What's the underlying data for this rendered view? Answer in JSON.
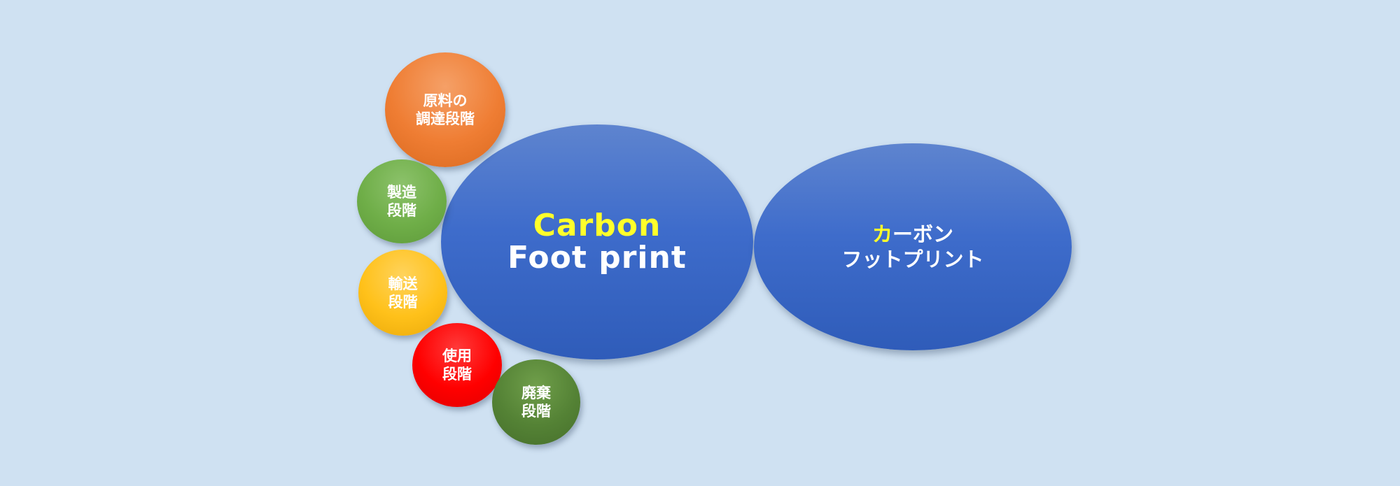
{
  "diagram": {
    "main_en": {
      "line1": "Carbon",
      "line2": "Foot print"
    },
    "main_jp": {
      "line1_highlight": "カ",
      "line1_rest": "ーボン",
      "line2": "フットプリント"
    },
    "stages": [
      {
        "line1": "原料の",
        "line2": "調達段階",
        "color": "#ef7d33"
      },
      {
        "line1": "製造",
        "line2": "段階",
        "color": "#6fae48"
      },
      {
        "line1": "輸送",
        "line2": "段階",
        "color": "#ffc11a"
      },
      {
        "line1": "使用",
        "line2": "段階",
        "color": "#ff0000"
      },
      {
        "line1": "廃棄",
        "line2": "段階",
        "color": "#548235"
      }
    ],
    "colors": {
      "background": "#cfe1f2",
      "ellipse_blue": "#3e6ccb",
      "highlight_yellow": "#ffff2a",
      "text_white": "#ffffff"
    }
  }
}
